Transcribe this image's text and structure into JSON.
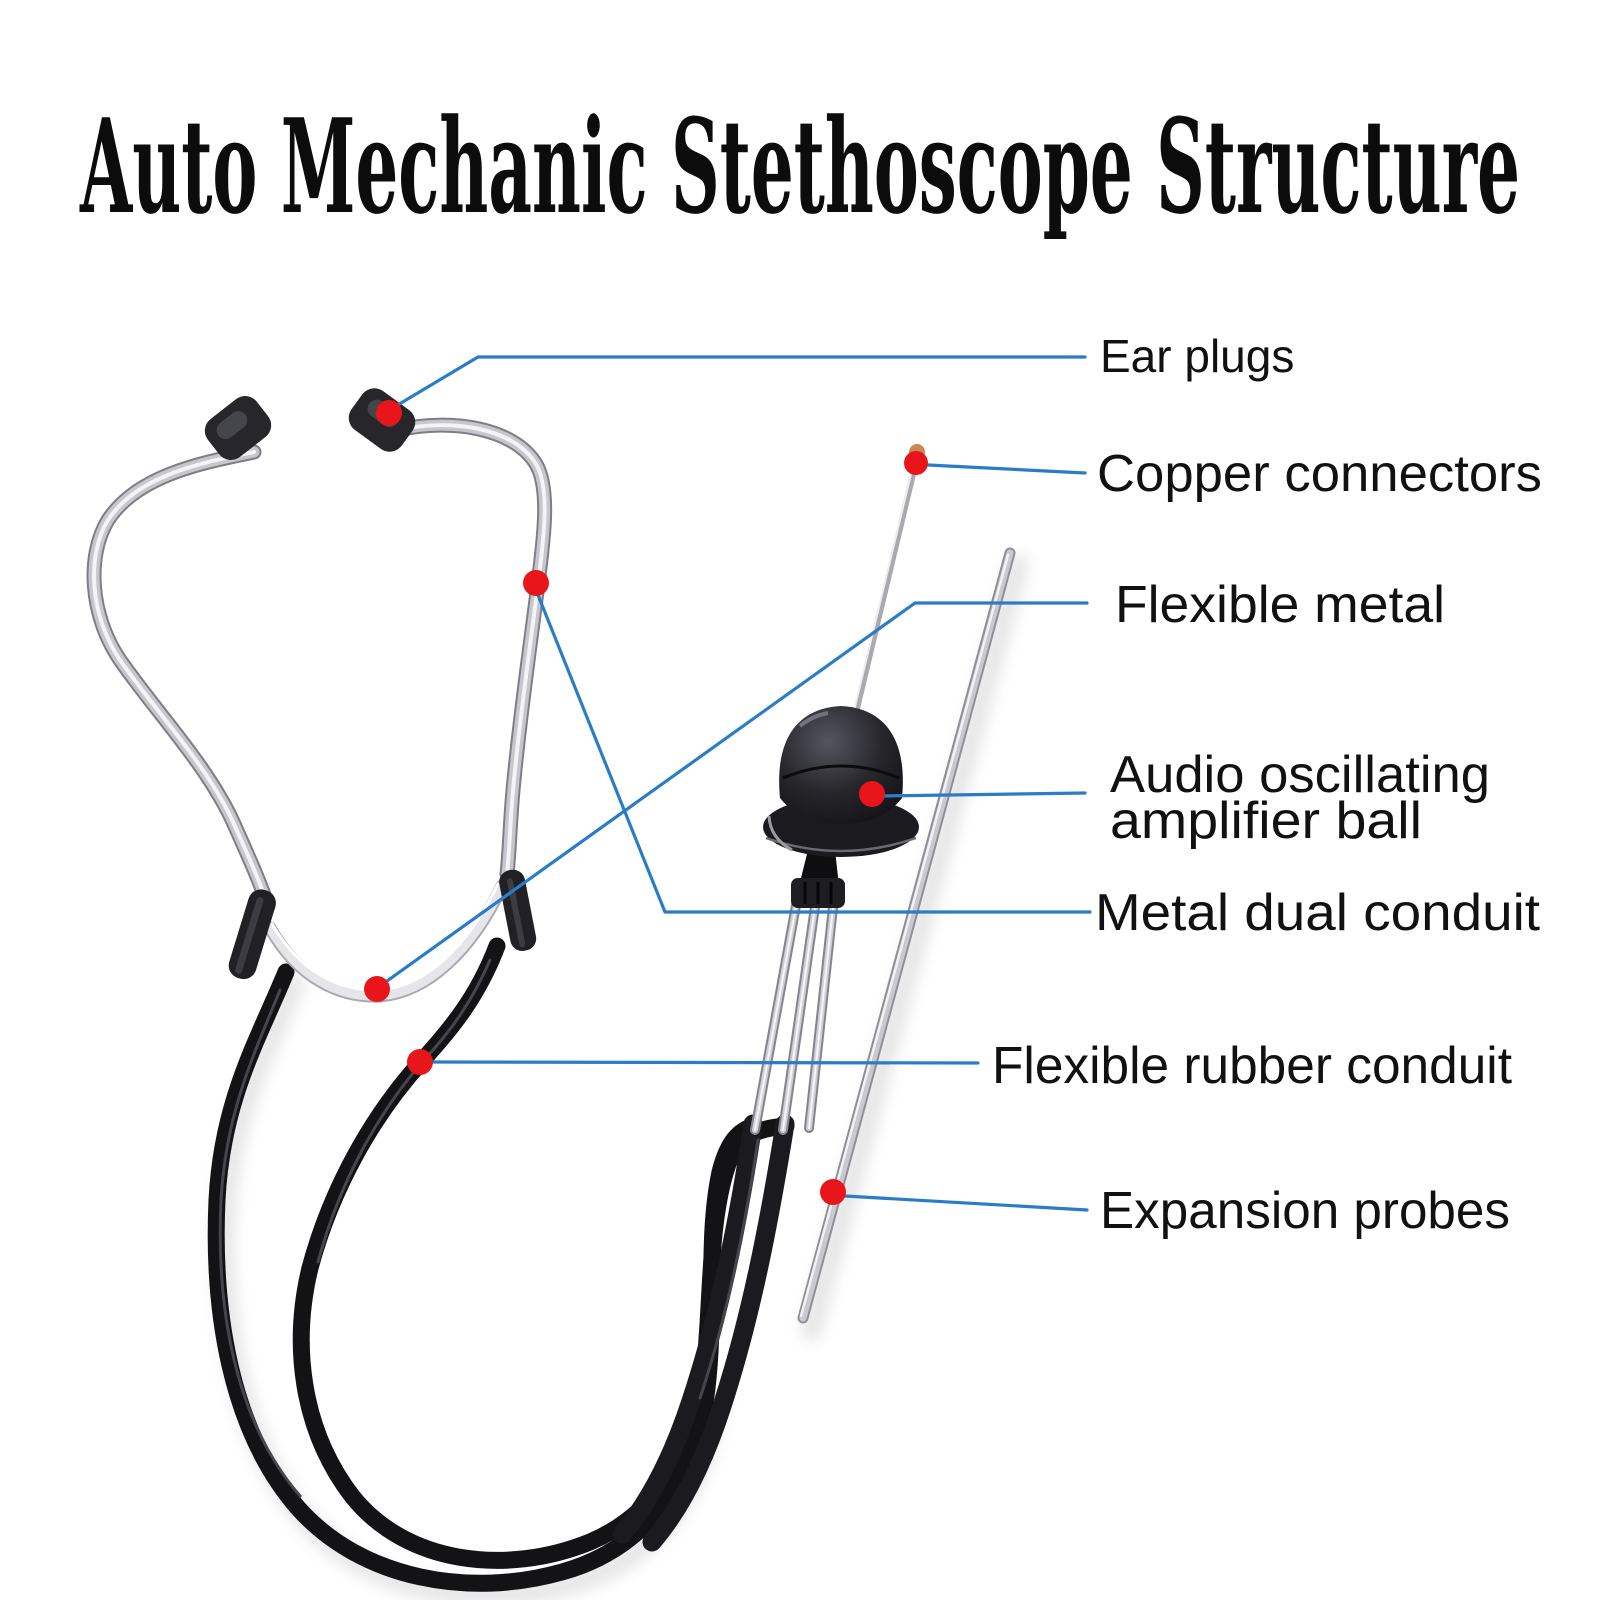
{
  "title": "Auto Mechanic Stethoscope Structure",
  "colors": {
    "leader_blue": "#2a7cc7",
    "marker_red": "#e8151b",
    "label_text": "#111111",
    "title_text": "#0c0c0c",
    "background": "#ffffff"
  },
  "diagram": {
    "labels": [
      {
        "id": "ear-plugs",
        "text": "Ear plugs"
      },
      {
        "id": "copper-connectors",
        "text": "Copper connectors"
      },
      {
        "id": "flexible-metal",
        "text": "Flexible metal"
      },
      {
        "id": "audio-oscillating-amplifier-ball",
        "line1": "Audio oscillating",
        "line2": "amplifier ball"
      },
      {
        "id": "metal-dual-conduit",
        "text": "Metal dual conduit"
      },
      {
        "id": "flexible-rubber-conduit",
        "text": "Flexible rubber conduit"
      },
      {
        "id": "expansion-probes",
        "text": "Expansion probes"
      }
    ]
  }
}
